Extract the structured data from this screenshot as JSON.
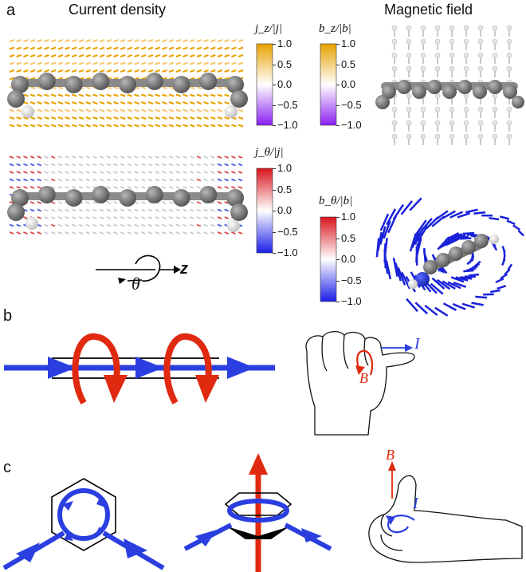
{
  "panels": {
    "a": {
      "letter": "a",
      "left_title": "Current density",
      "right_title": "Magnetic field",
      "colorbars": {
        "jz": {
          "label": "j_z/|j|",
          "ticks": [
            "1.0",
            "0.5",
            "0.0",
            "−0.5",
            "−1.0"
          ],
          "top_color": "#e8a200",
          "bottom_color": "#8a1ff0"
        },
        "bz": {
          "label": "b_z/|b|",
          "ticks": [
            "1.0",
            "0.5",
            "0.0",
            "−0.5",
            "−1.0"
          ],
          "top_color": "#e8a200",
          "bottom_color": "#8a1ff0"
        },
        "jtheta": {
          "label": "j_θ/|j|",
          "ticks": [
            "1.0",
            "0.5",
            "0.0",
            "−0.5",
            "−1.0"
          ],
          "top_color": "#d8141c",
          "bottom_color": "#1a1ee8"
        },
        "btheta": {
          "label": "b_θ/|b|",
          "ticks": [
            "1.0",
            "0.5",
            "0.0",
            "−0.5",
            "−1.0"
          ],
          "top_color": "#d8141c",
          "bottom_color": "#1a1ee8"
        }
      },
      "theta_symbol": "θ",
      "z_symbol": "z"
    },
    "b": {
      "letter": "b",
      "current_label": "I",
      "field_label": "B"
    },
    "c": {
      "letter": "c",
      "current_label": "I",
      "field_label": "B"
    }
  },
  "colors": {
    "blue": "#2b3fe0",
    "red": "#e02a10",
    "gray_atom": "#6e6e6e",
    "orange": "#f0b030"
  }
}
